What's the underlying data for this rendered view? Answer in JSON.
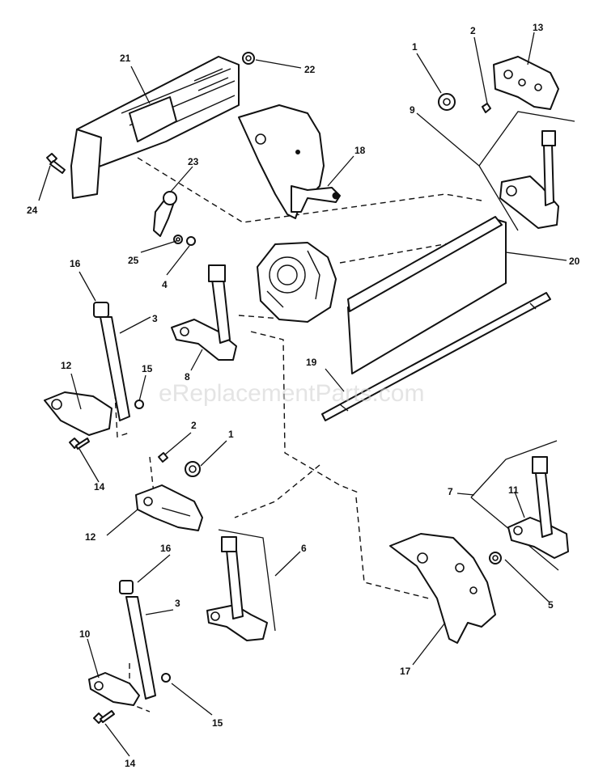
{
  "watermark": "eReplacementParts.com",
  "callouts": {
    "c1a": "1",
    "c1b": "1",
    "c2a": "2",
    "c2b": "2",
    "c3a": "3",
    "c3b": "3",
    "c4": "4",
    "c5": "5",
    "c6": "6",
    "c7": "7",
    "c8": "8",
    "c9": "9",
    "c10": "10",
    "c11": "11",
    "c12a": "12",
    "c12b": "12",
    "c13": "13",
    "c14a": "14",
    "c14b": "14",
    "c15a": "15",
    "c15b": "15",
    "c16a": "16",
    "c16b": "16",
    "c17": "17",
    "c18": "18",
    "c19": "19",
    "c20": "20",
    "c21": "21",
    "c22": "22",
    "c23": "23",
    "c24": "24",
    "c25": "25"
  }
}
